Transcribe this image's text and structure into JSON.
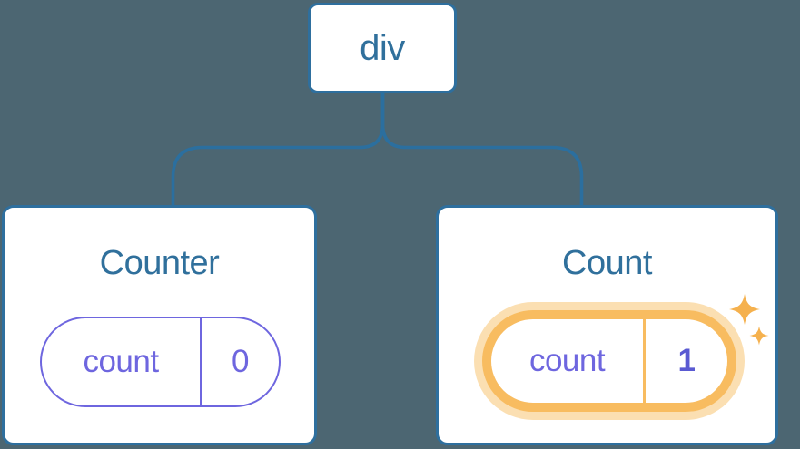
{
  "diagram": {
    "description": "React component tree with state",
    "root": {
      "label": "div"
    },
    "children": [
      {
        "title": "Counter",
        "state": {
          "key": "count",
          "value": "0"
        },
        "highlighted": false
      },
      {
        "title": "Count",
        "state": {
          "key": "count",
          "value": "1"
        },
        "highlighted": true
      }
    ]
  },
  "colors": {
    "bg": "#4C6672",
    "stroke": "#2E6F9E",
    "title": "#30709C",
    "purple": "#6E66DF",
    "bold_purple": "#5A5AD2",
    "orange": "#F8BC60",
    "glow": "#FBDFB2",
    "sparkle": "#F5B14E"
  }
}
